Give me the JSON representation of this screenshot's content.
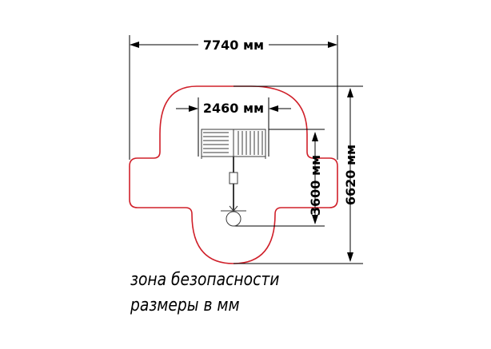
{
  "dimensions": {
    "total_width": "7740 мм",
    "platform_width": "2460 мм",
    "depth_to_swing": "3600 мм",
    "total_depth": "6620 мм"
  },
  "caption": {
    "line1": "зона безопасности",
    "line2": "размеры в мм"
  },
  "colors": {
    "safety_zone": "#d0202a",
    "lines": "#000000",
    "equipment": "#3a3a3a"
  }
}
